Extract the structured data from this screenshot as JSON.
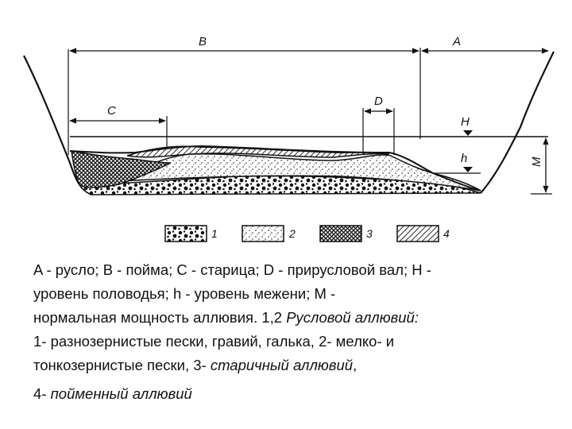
{
  "diagram": {
    "labels": {
      "A": "A",
      "B": "B",
      "C": "C",
      "D": "D",
      "H": "H",
      "h": "h",
      "M": "M"
    },
    "legend": [
      "1",
      "2",
      "3",
      "4"
    ]
  },
  "caption": {
    "line1": "A - русло; B - пойма; С - старица; D - прирусловой вал; H -",
    "line2": "уровень половодья; h - уровень межени; М -",
    "line3_normal": "нормальная мощность аллювия. 1,2 ",
    "line3_italic": "Русловой аллювий:",
    "line4": "1- разнозернистые пески, гравий, галька, 2- мелко- и",
    "line5_normal": "тонкозернистые пески, 3- ",
    "line5_italic": "старичный аллювий",
    "line5_end": ",",
    "line6_normal": "4- ",
    "line6_italic": "пойменный аллювий"
  }
}
